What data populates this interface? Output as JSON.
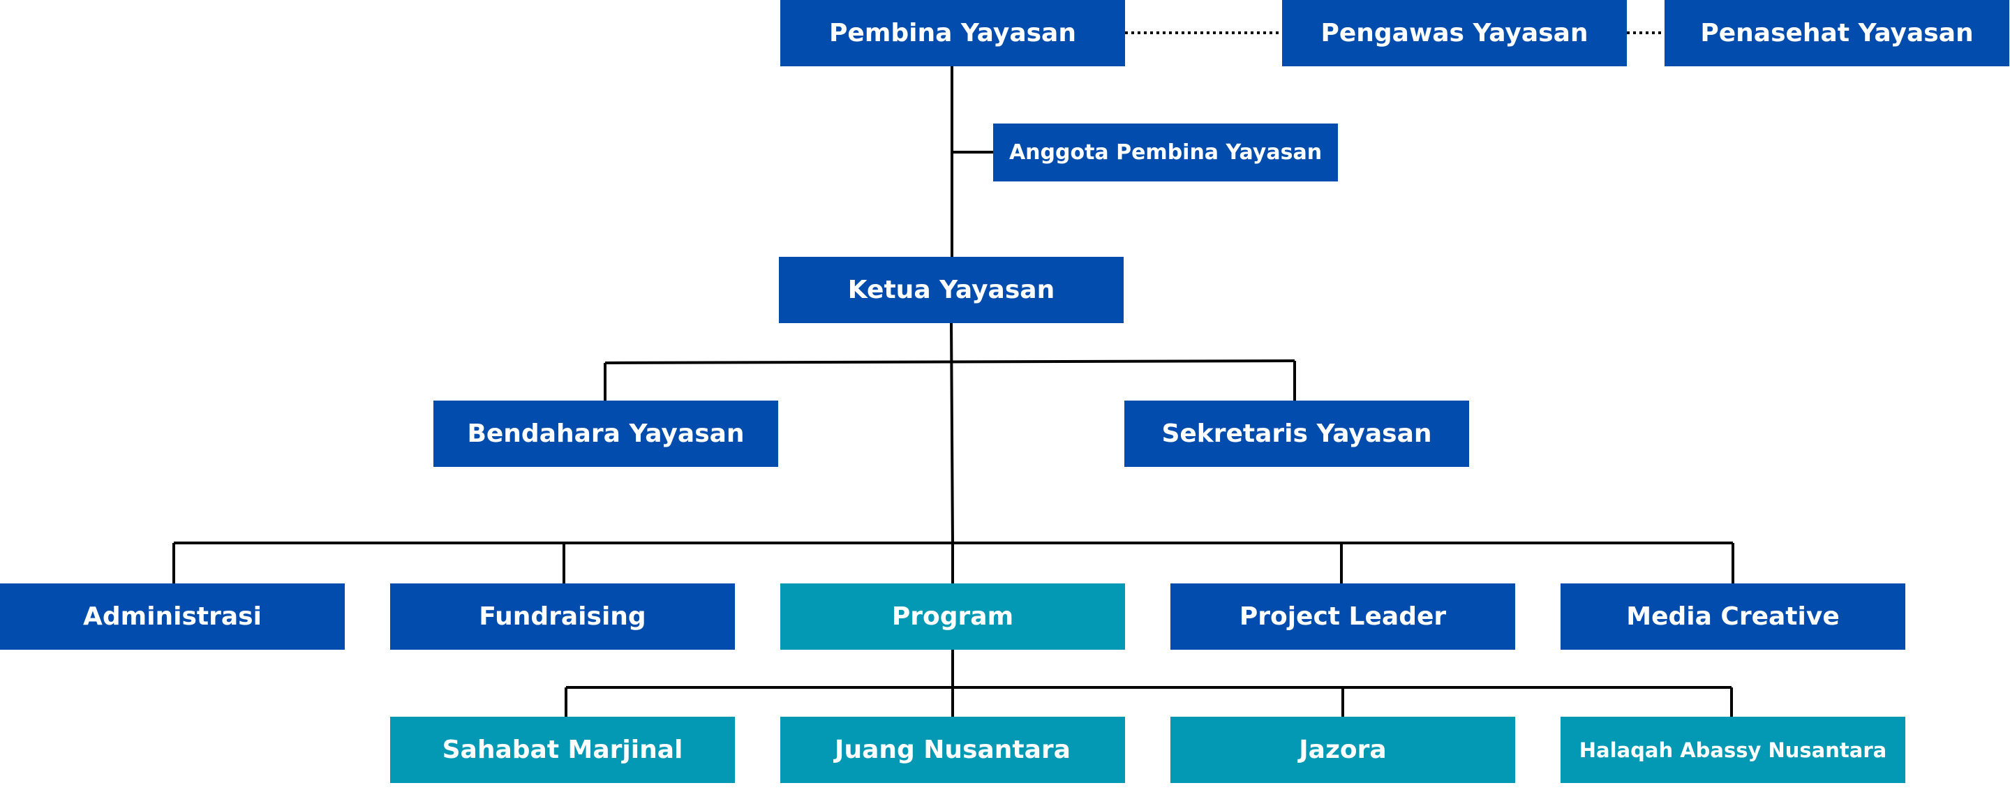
{
  "colors": {
    "primary_blue": "#024cae",
    "teal": "#0399b5",
    "connector": "#000000",
    "text": "#ffffff"
  },
  "chart": {
    "top_row": {
      "pembina": "Pembina Yayasan",
      "pengawas": "Pengawas Yayasan",
      "penasehat": "Penasehat Yayasan"
    },
    "anggota_pembina": "Anggota Pembina Yayasan",
    "ketua": "Ketua Yayasan",
    "bendahara": "Bendahara Yayasan",
    "sekretaris": "Sekretaris Yayasan",
    "divisions": {
      "administrasi": "Administrasi",
      "fundraising": "Fundraising",
      "program": "Program",
      "project_leader": "Project Leader",
      "media_creative": "Media Creative"
    },
    "programs": {
      "sahabat_marjinal": "Sahabat Marjinal",
      "juang_nusantara": "Juang Nusantara",
      "jazora": "Jazora",
      "halaqah": "Halaqah Abassy Nusantara"
    }
  }
}
